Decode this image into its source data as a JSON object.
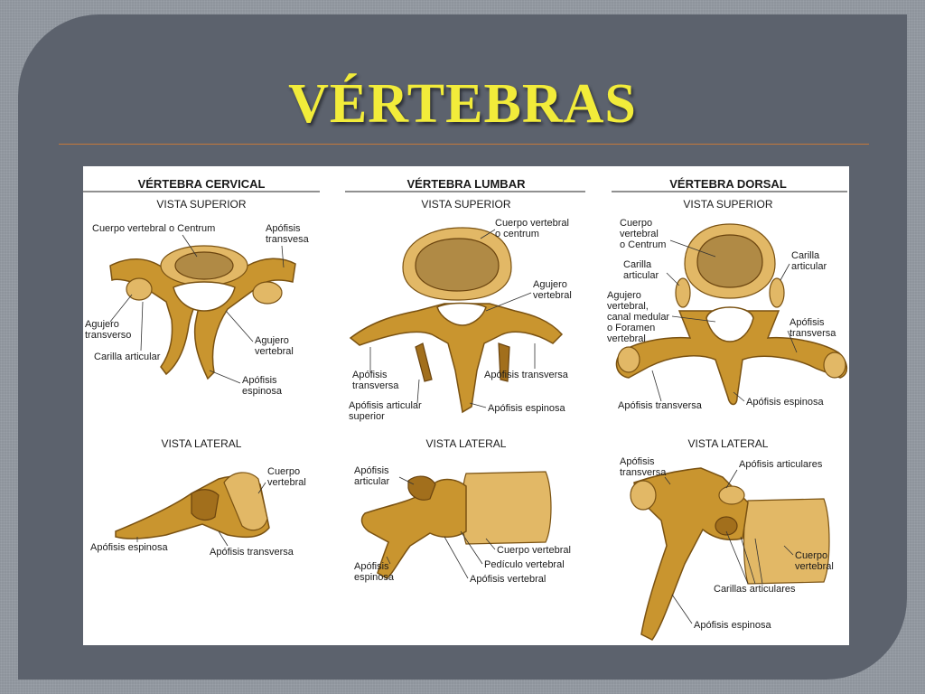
{
  "slide": {
    "title": "VÉRTEBRAS"
  },
  "columns": {
    "cervical": {
      "header": "VÉRTEBRA CERVICAL",
      "superior": {
        "view": "VISTA SUPERIOR",
        "labels": {
          "cuerpo": "Cuerpo vertebral o Centrum",
          "apofisis_1": "Apófisis",
          "apofisis_2": "transvesa",
          "agujero_t1": "Agujero",
          "agujero_t2": "transverso",
          "carilla": "Carilla articular",
          "agujero_v1": "Agujero",
          "agujero_v2": "vertebral",
          "espinosa_1": "Apófisis",
          "espinosa_2": "espinosa"
        }
      },
      "lateral": {
        "view": "VISTA LATERAL",
        "labels": {
          "cuerpo_1": "Cuerpo",
          "cuerpo_2": "vertebral",
          "espinosa": "Apófisis espinosa",
          "transversa": "Apófisis transversa"
        }
      }
    },
    "lumbar": {
      "header": "VÉRTEBRA LUMBAR",
      "superior": {
        "view": "VISTA SUPERIOR",
        "labels": {
          "cuerpo_1": "Cuerpo vertebral",
          "cuerpo_2": "o centrum",
          "agujero_1": "Agujero",
          "agujero_2": "vertebral",
          "transversa_l1": "Apófisis",
          "transversa_l2": "transversa",
          "transversa_r": "Apófisis transversa",
          "articular_1": "Apófisis articular",
          "articular_2": "superior",
          "espinosa": "Apófisis espinosa"
        }
      },
      "lateral": {
        "view": "VISTA LATERAL",
        "labels": {
          "articular_1": "Apófisis",
          "articular_2": "articular",
          "espinosa_1": "Apófisis",
          "espinosa_2": "espinosa",
          "cuerpo": "Cuerpo vertebral",
          "pediculo": "Pedículo vertebral",
          "vertebral": "Apófisis vertebral"
        }
      }
    },
    "dorsal": {
      "header": "VÉRTEBRA DORSAL",
      "superior": {
        "view": "VISTA SUPERIOR",
        "labels": {
          "cuerpo_1": "Cuerpo",
          "cuerpo_2": "vertebral",
          "cuerpo_3": "o Centrum",
          "carilla_l1": "Carilla",
          "carilla_l2": "articular",
          "carilla_r1": "Carilla",
          "carilla_r2": "articular",
          "agujero_1": "Agujero",
          "agujero_2": "vertebral,",
          "agujero_3": "canal medular",
          "agujero_4": "o Foramen",
          "agujero_5": "vertebral",
          "transversa_r1": "Apófisis",
          "transversa_r2": "transversa",
          "transversa_b": "Apófisis transversa",
          "espinosa": "Apófisis espinosa"
        }
      },
      "lateral": {
        "view": "VISTA LATERAL",
        "labels": {
          "transversa_1": "Apófisis",
          "transversa_2": "transversa",
          "articulares": "Apófisis articulares",
          "cuerpo_1": "Cuerpo",
          "cuerpo_2": "vertebral",
          "carillas": "Carillas articulares",
          "espinosa": "Apófisis espinosa"
        }
      }
    }
  }
}
